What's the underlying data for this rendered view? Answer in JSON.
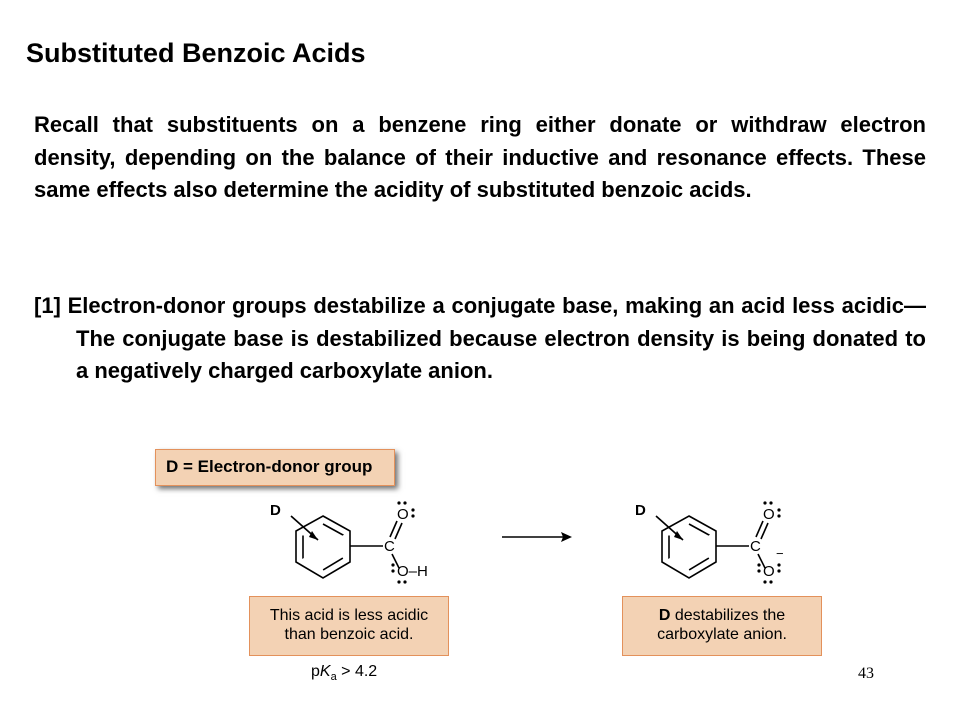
{
  "slide": {
    "title": "Substituted Benzoic Acids",
    "intro": "Recall that substituents on a benzene ring either donate or withdraw electron density, depending on the balance of their inductive and resonance effects. These same effects also determine the acidity of substituted benzoic acids.",
    "point1": "[1] Electron-donor groups destabilize a conjugate base, making an acid less acidic—The conjugate base is destabilized because electron density is being donated to a negatively charged carboxylate anion.",
    "page_number": "43"
  },
  "figure": {
    "legend": "D = Electron-donor group",
    "acid": {
      "substituent": "D",
      "carbon": "C",
      "carbonyl_o": "O",
      "hydroxyl": "O–H"
    },
    "base": {
      "substituent": "D",
      "carbon": "C",
      "carbonyl_o": "O",
      "anion_o": "O",
      "charge": "−"
    },
    "acid_note": [
      "This acid is less acidic",
      "than benzoic acid."
    ],
    "base_note_bold": "D",
    "base_note_rest": " destabilizes the",
    "base_note_line2": "carboxylate anion.",
    "pka_prefix": "p",
    "pka_k": "K",
    "pka_sub": "a",
    "pka_rest": " > 4.2"
  }
}
